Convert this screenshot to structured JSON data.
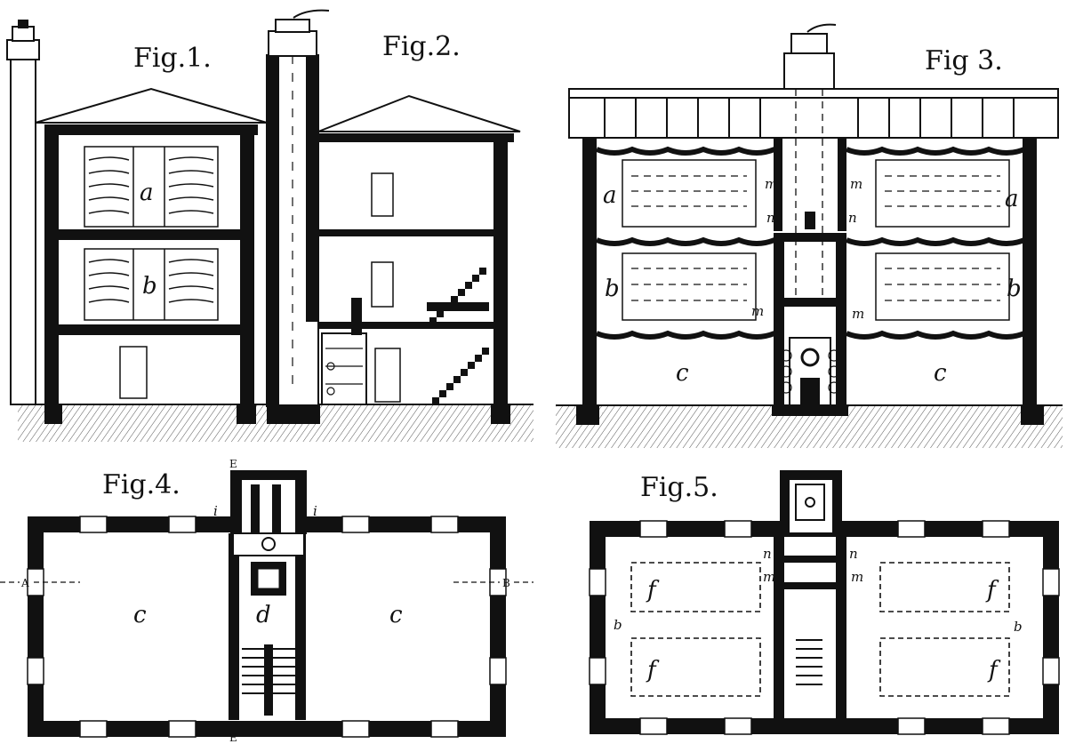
{
  "figures": {
    "fig1": "Fig.1.",
    "fig2": "Fig.2.",
    "fig3": "Fig 3.",
    "fig4": "Fig.4.",
    "fig5": "Fig.5."
  },
  "fig1_labels": {
    "a": "a",
    "b": "b"
  },
  "fig3_labels": {
    "a_left": "a",
    "a_right": "a",
    "b_left": "b",
    "b_right": "b",
    "c_left": "c",
    "c_right": "c",
    "m1": "m",
    "m2": "m",
    "n1": "n",
    "n2": "n",
    "m3": "m",
    "m4": "m"
  },
  "fig4_labels": {
    "A": "A",
    "B": "B",
    "c_left": "c",
    "c_right": "c",
    "d": "d",
    "i_left": "i",
    "i_right": "i",
    "E_top": "E",
    "E_bottom": "E"
  },
  "fig5_labels": {
    "f1": "f",
    "f2": "f",
    "f3": "f",
    "f4": "f",
    "b_left": "b",
    "b_right": "b",
    "n1": "n",
    "n2": "n",
    "m1": "m",
    "m2": "m"
  },
  "colors": {
    "ink": "#111111",
    "paper": "#ffffff",
    "ground": "#8a8a8a"
  }
}
